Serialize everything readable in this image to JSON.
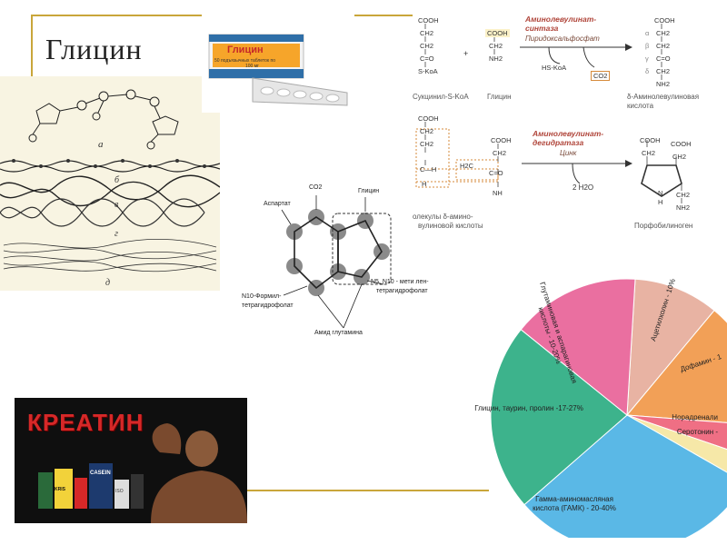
{
  "title": "Глицин",
  "colors": {
    "gold_line": "#c9a63a",
    "creatine_red": "#d62828",
    "enzyme_red": "#b0453a"
  },
  "protein_panel": {
    "labels": [
      "а",
      "б",
      "в",
      "г",
      "д"
    ]
  },
  "pill_box": {
    "brand": "Глицин",
    "line1": "50 подъязычных таблеток по",
    "line2": "100 мг"
  },
  "biochem": {
    "row1": {
      "succinyl": [
        "COOH",
        "CH2",
        "CH2",
        "C=O",
        "S-KoA"
      ],
      "plus": "+",
      "glycine": [
        "COOH",
        "CH2",
        "NH2"
      ],
      "enzyme_line1": "Аминолевулинат-",
      "enzyme_line2": "синтаза",
      "cofactor": "Пиридоксальфосфат",
      "byproduct1": "HS-KoA",
      "byproduct2": "CO2",
      "ala": [
        "COOH",
        "CH2",
        "CH2",
        "C=O",
        "CH2",
        "NH2"
      ],
      "ala_greek": [
        "α",
        "β",
        "γ",
        "δ"
      ],
      "name_succinyl": "Сукцинил-S-KoA",
      "name_glycine": "Глицин",
      "name_ala_line1": "δ-Аминолевулиновая",
      "name_ala_line2": "кислота"
    },
    "row2": {
      "left": [
        "COOH",
        "CH2",
        "CH2",
        "C—H",
        "H"
      ],
      "mid": [
        "COOH",
        "CH2",
        "H2C",
        "C=O",
        "NH"
      ],
      "enzyme_line1": "Аминолевулинат-",
      "enzyme_line2": "дегидратаза",
      "cofactor": "Цинк",
      "byproduct": "2 H2O",
      "pbg": [
        "COOH",
        "CH2",
        "COOH",
        "CH2",
        "N",
        "H",
        "CH2",
        "NH2"
      ],
      "name_left_line1": "олекулы δ-амино-",
      "name_left_line2": "вулиновой кислоты",
      "name_pbg": "Порфобилиноген"
    }
  },
  "purine": {
    "co2": "CO2",
    "aspartate": "Аспартат",
    "glycine": "Глицин",
    "formyl_line1": "N10-Формил-",
    "formyl_line2": "тетрагидрофолат",
    "methenyl_line1": "N5, N10 - мети лен-",
    "methenyl_line2": "тетрагидрофолат",
    "glutamine": "Амид глутамина"
  },
  "creatine": {
    "title": "КРЕАТИН",
    "products": [
      "KRIS",
      "CASEIN",
      "ISO"
    ]
  },
  "chart_data": {
    "type": "pie",
    "slices": [
      {
        "label": "Ацетилхолин - 10%",
        "value": 10,
        "color": "#e8b3a3"
      },
      {
        "label": "Дофамин - 1",
        "value": 15,
        "color": "#f2a057"
      },
      {
        "label": "Норадренали",
        "value": 4,
        "color": "#ef6f84"
      },
      {
        "label": "Серотонин -",
        "value": 3,
        "color": "#f6e8a8"
      },
      {
        "label": "Гамма-аминомасляная кислота (ГАМК) - 20-40%",
        "value": 30,
        "color": "#5ab8e6"
      },
      {
        "label": "Глицин, таурин, пролин -17-27%",
        "value": 22,
        "color": "#3db38c"
      },
      {
        "label": "Глутаминовая и аспарагиновая кислоты - 10-20%",
        "value": 15,
        "color": "#ea6fa0"
      }
    ]
  }
}
